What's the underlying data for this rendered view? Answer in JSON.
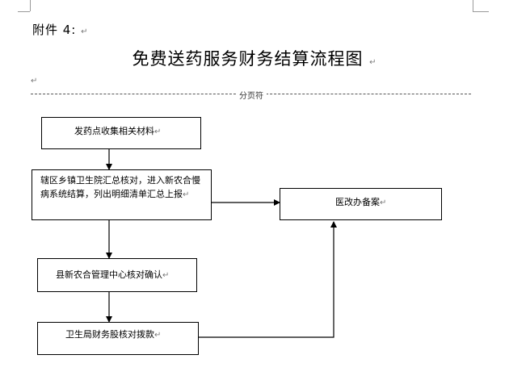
{
  "document": {
    "attachment_label": "附件 4:",
    "title": "免费送药服务财务结算流程图",
    "page_break_label": "分页符",
    "para_mark": "↵"
  },
  "flowchart": {
    "steps": [
      {
        "label": "发药点收集相关材料"
      },
      {
        "label": "辖区乡镇卫生院汇总核对，进入新农合慢病系统结算，列出明细清单汇总上报"
      },
      {
        "label": "县新农合管理中心核对确认"
      },
      {
        "label": "卫生局财务股核对拨款"
      },
      {
        "label": "医改办备案"
      }
    ]
  }
}
